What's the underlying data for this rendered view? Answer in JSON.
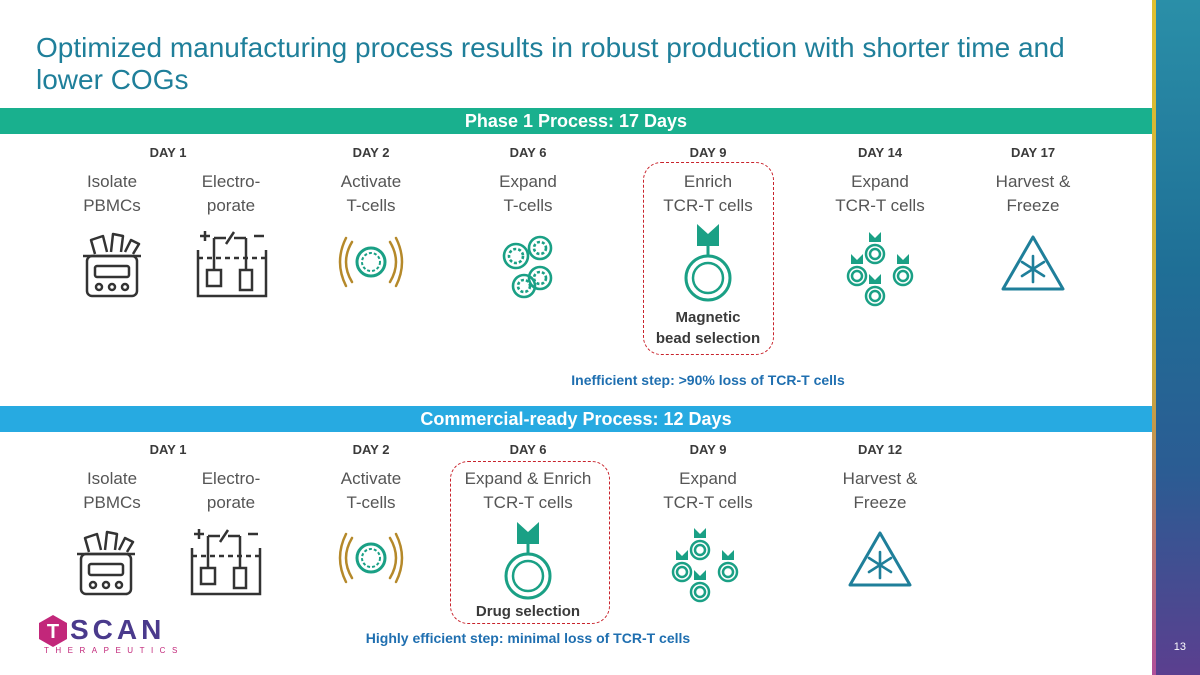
{
  "title": "Optimized manufacturing process results in robust production with shorter time and lower COGs",
  "page_number": "13",
  "colors": {
    "teal": "#19b08e",
    "blue": "#27aae1",
    "title": "#1f7f9a",
    "red_dash": "#c8232c",
    "icon_gold": "#b5892a"
  },
  "phase1": {
    "banner": "Phase 1 Process: 17 Days",
    "days": [
      "DAY 1",
      "DAY 2",
      "DAY 6",
      "DAY 9",
      "DAY 14",
      "DAY 17"
    ],
    "steps": [
      "Isolate\nPBMCs",
      "Electro-\nporate",
      "Activate\nT-cells",
      "Expand\nT-cells",
      "Enrich\nTCR-T cells",
      "Expand\nTCR-T cells",
      "Harvest &\nFreeze"
    ],
    "highlight_note": "Magnetic\nbead selection",
    "callout": "Inefficient step: >90% loss of TCR-T cells"
  },
  "commercial": {
    "banner": "Commercial-ready Process: 12 Days",
    "days": [
      "DAY 1",
      "DAY 2",
      "DAY 6",
      "DAY 9",
      "DAY 12"
    ],
    "steps": [
      "Isolate\nPBMCs",
      "Electro-\nporate",
      "Activate\nT-cells",
      "Expand & Enrich\nTCR-T cells",
      "Expand\nTCR-T cells",
      "Harvest &\nFreeze"
    ],
    "highlight_note": "Drug selection",
    "callout": "Highly efficient step: minimal loss of TCR-T cells"
  },
  "logo": {
    "letter": "T",
    "word": "SCAN",
    "sub": "THERAPEUTICS"
  },
  "icons": [
    "centrifuge-icon",
    "electroporation-icon",
    "activation-icon",
    "cell-cluster-icon",
    "enriched-cell-icon",
    "tcr-cell-cluster-icon",
    "freeze-warning-icon"
  ]
}
